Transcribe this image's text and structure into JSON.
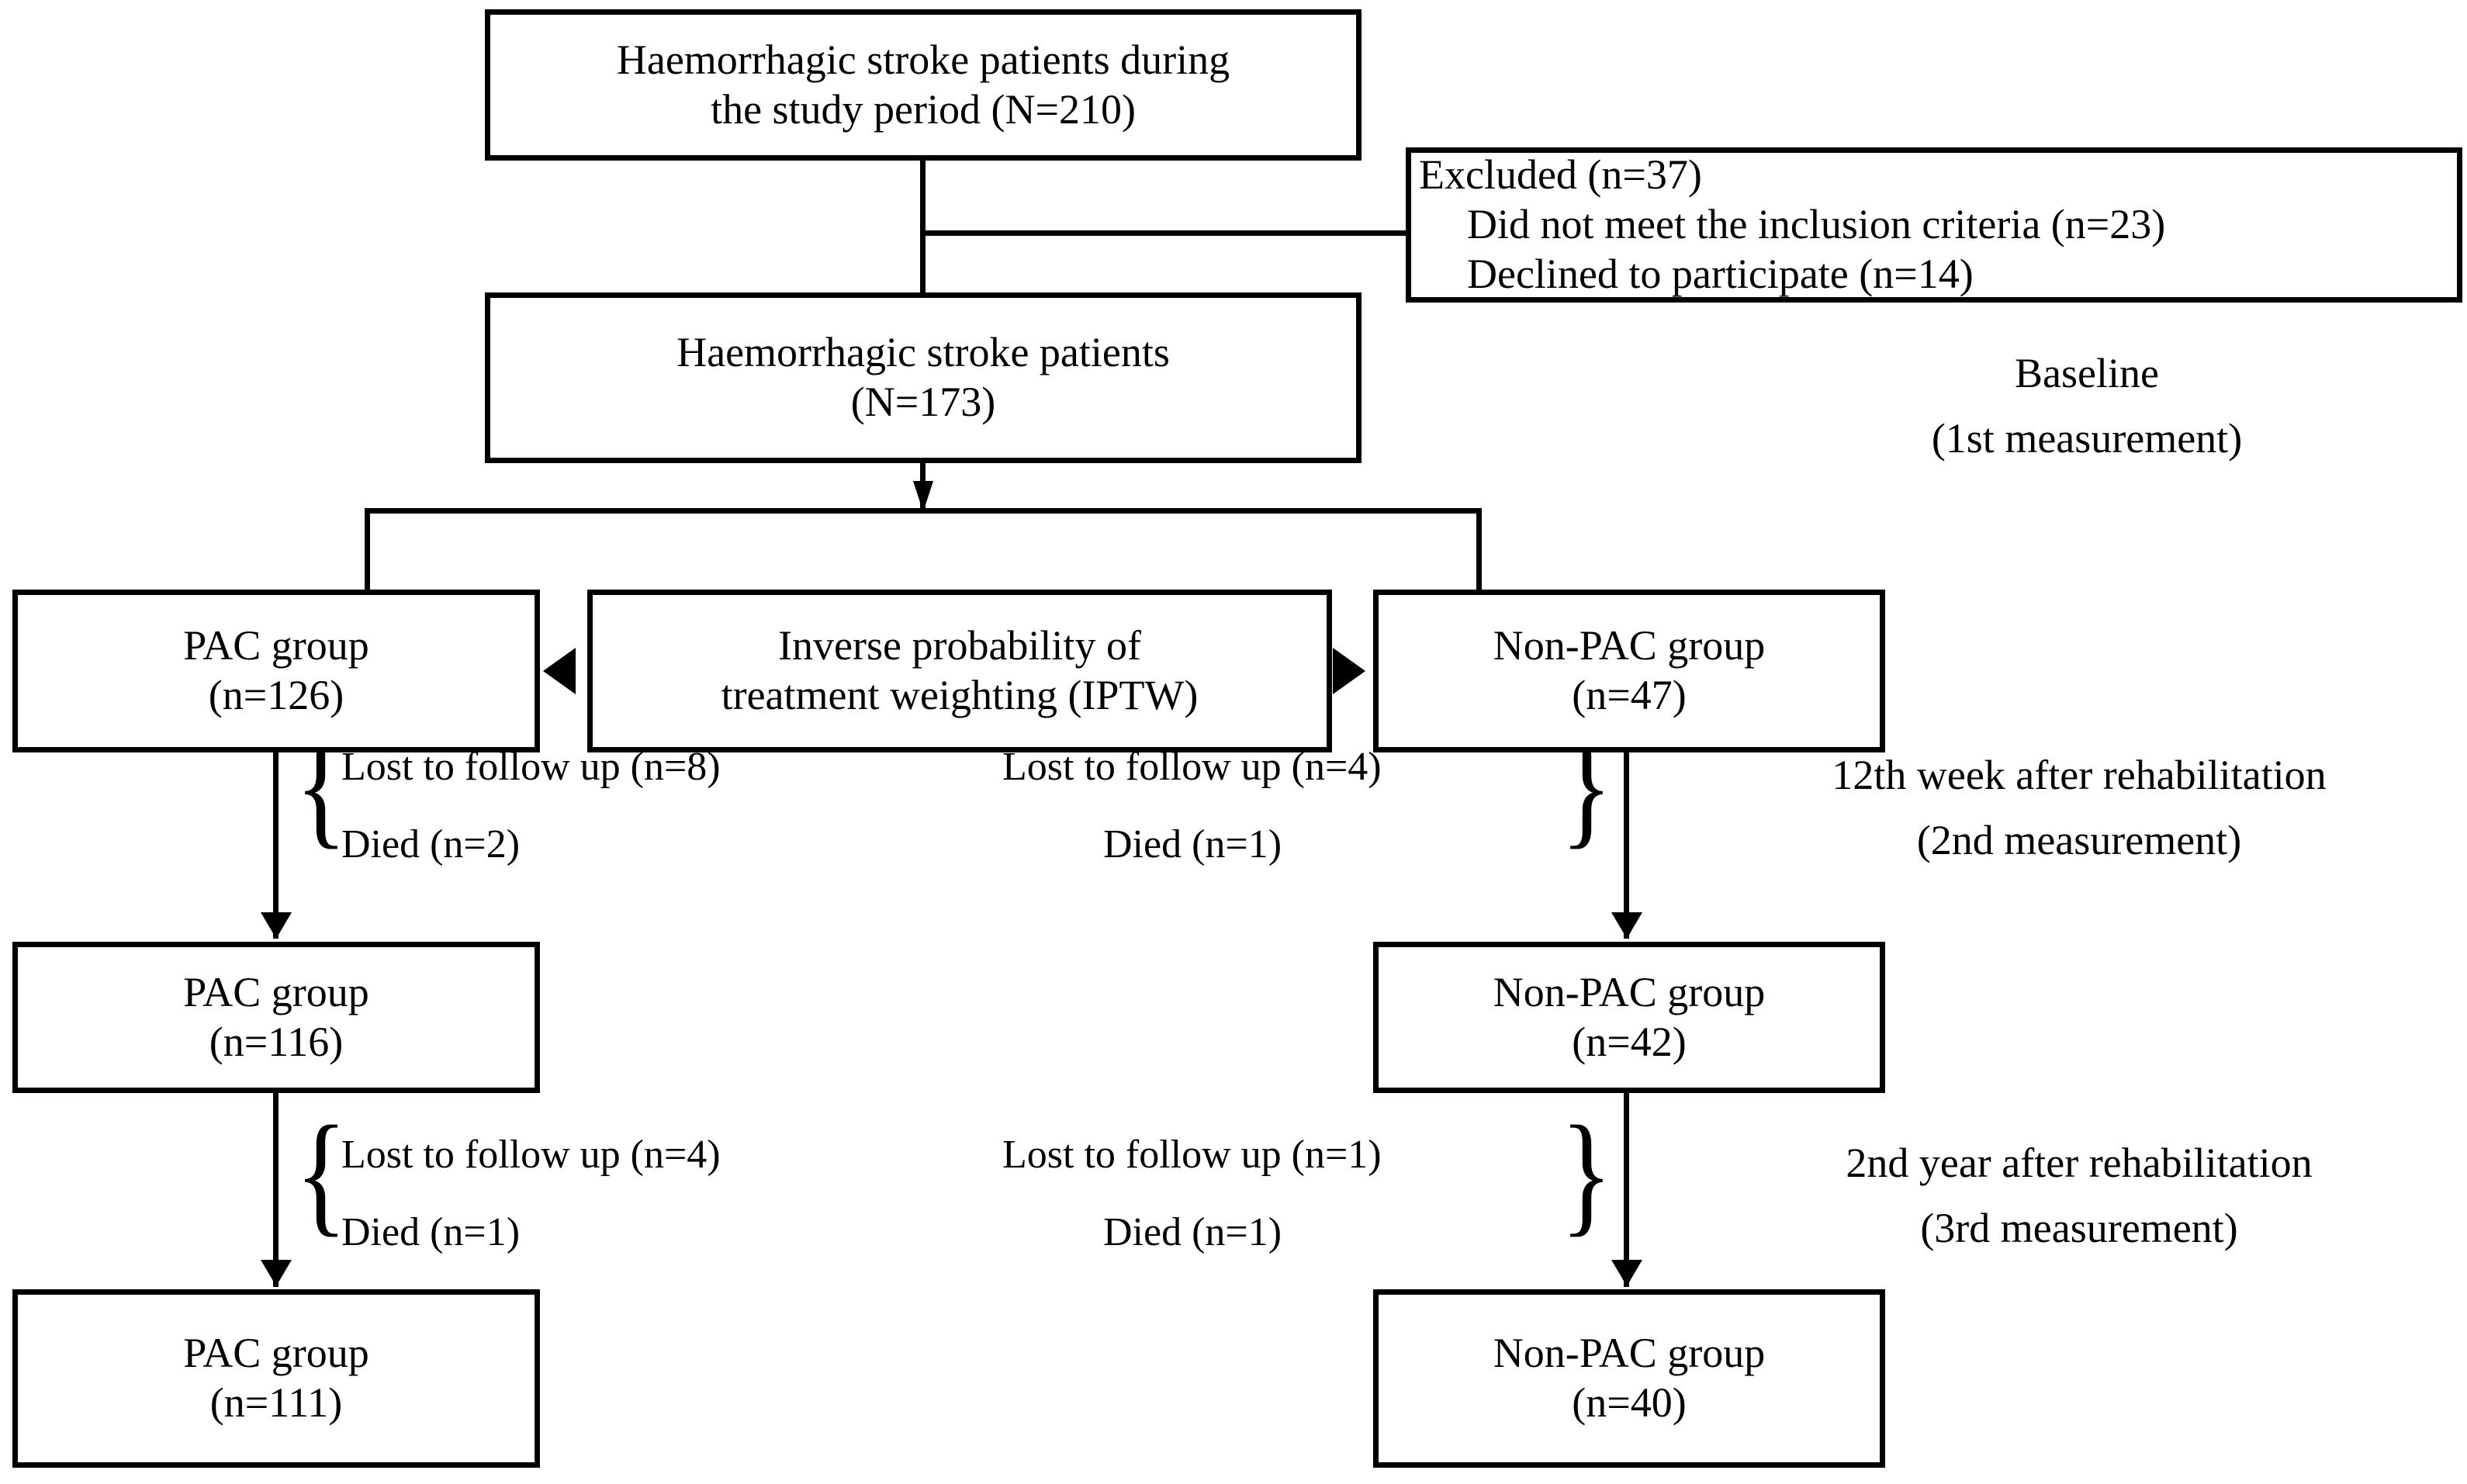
{
  "diagram": {
    "title": "Haemorrhagic stroke patient study flow diagram",
    "line_color": "#000000",
    "background": "#ffffff"
  },
  "nodes": {
    "enrolled": {
      "line1": "Haemorrhagic stroke patients during",
      "line2": "the study period (N=210)"
    },
    "excluded": {
      "line1": "Excluded (n=37)",
      "line2": "Did not meet the inclusion criteria (n=23)",
      "line3": "Declined to participate (n=14)"
    },
    "included": {
      "line1": "Haemorrhagic stroke patients",
      "line2": "(N=173)"
    },
    "iptw": {
      "line1": "Inverse probability of",
      "line2": "treatment weighting (IPTW)"
    },
    "pac_baseline": {
      "line1": "PAC group",
      "line2": "(n=126)"
    },
    "nonpac_baseline": {
      "line1": "Non-PAC group",
      "line2": "(n=47)"
    },
    "pac_second": {
      "line1": "PAC group",
      "line2": "(n=116)"
    },
    "nonpac_second": {
      "line1": "Non-PAC group",
      "line2": "(n=42)"
    },
    "pac_third": {
      "line1": "PAC group",
      "line2": "(n=111)"
    },
    "nonpac_third": {
      "line1": "Non-PAC group",
      "line2": "(n=40)"
    }
  },
  "attrition": {
    "pac_wave2": {
      "lost": "Lost to follow up (n=8)",
      "died": "Died (n=2)"
    },
    "nonpac_wave2": {
      "lost": "Lost to follow up (n=4)",
      "died": "Died  (n=1)"
    },
    "pac_wave3": {
      "lost": "Lost to follow up (n=4)",
      "died": "Died (n=1)"
    },
    "nonpac_wave3": {
      "lost": "Lost to follow up (n=1)",
      "died": "Died  (n=1)"
    }
  },
  "timepoints": {
    "baseline": {
      "line1": "Baseline",
      "line2": "(1st measurement)"
    },
    "wave2": {
      "line1": "12th week after rehabilitation",
      "line2": "(2nd measurement)"
    },
    "wave3": {
      "line1": "2nd year after rehabilitation",
      "line2": "(3rd measurement)"
    }
  },
  "glyphs": {
    "brace_left": "{",
    "brace_right": "}"
  }
}
